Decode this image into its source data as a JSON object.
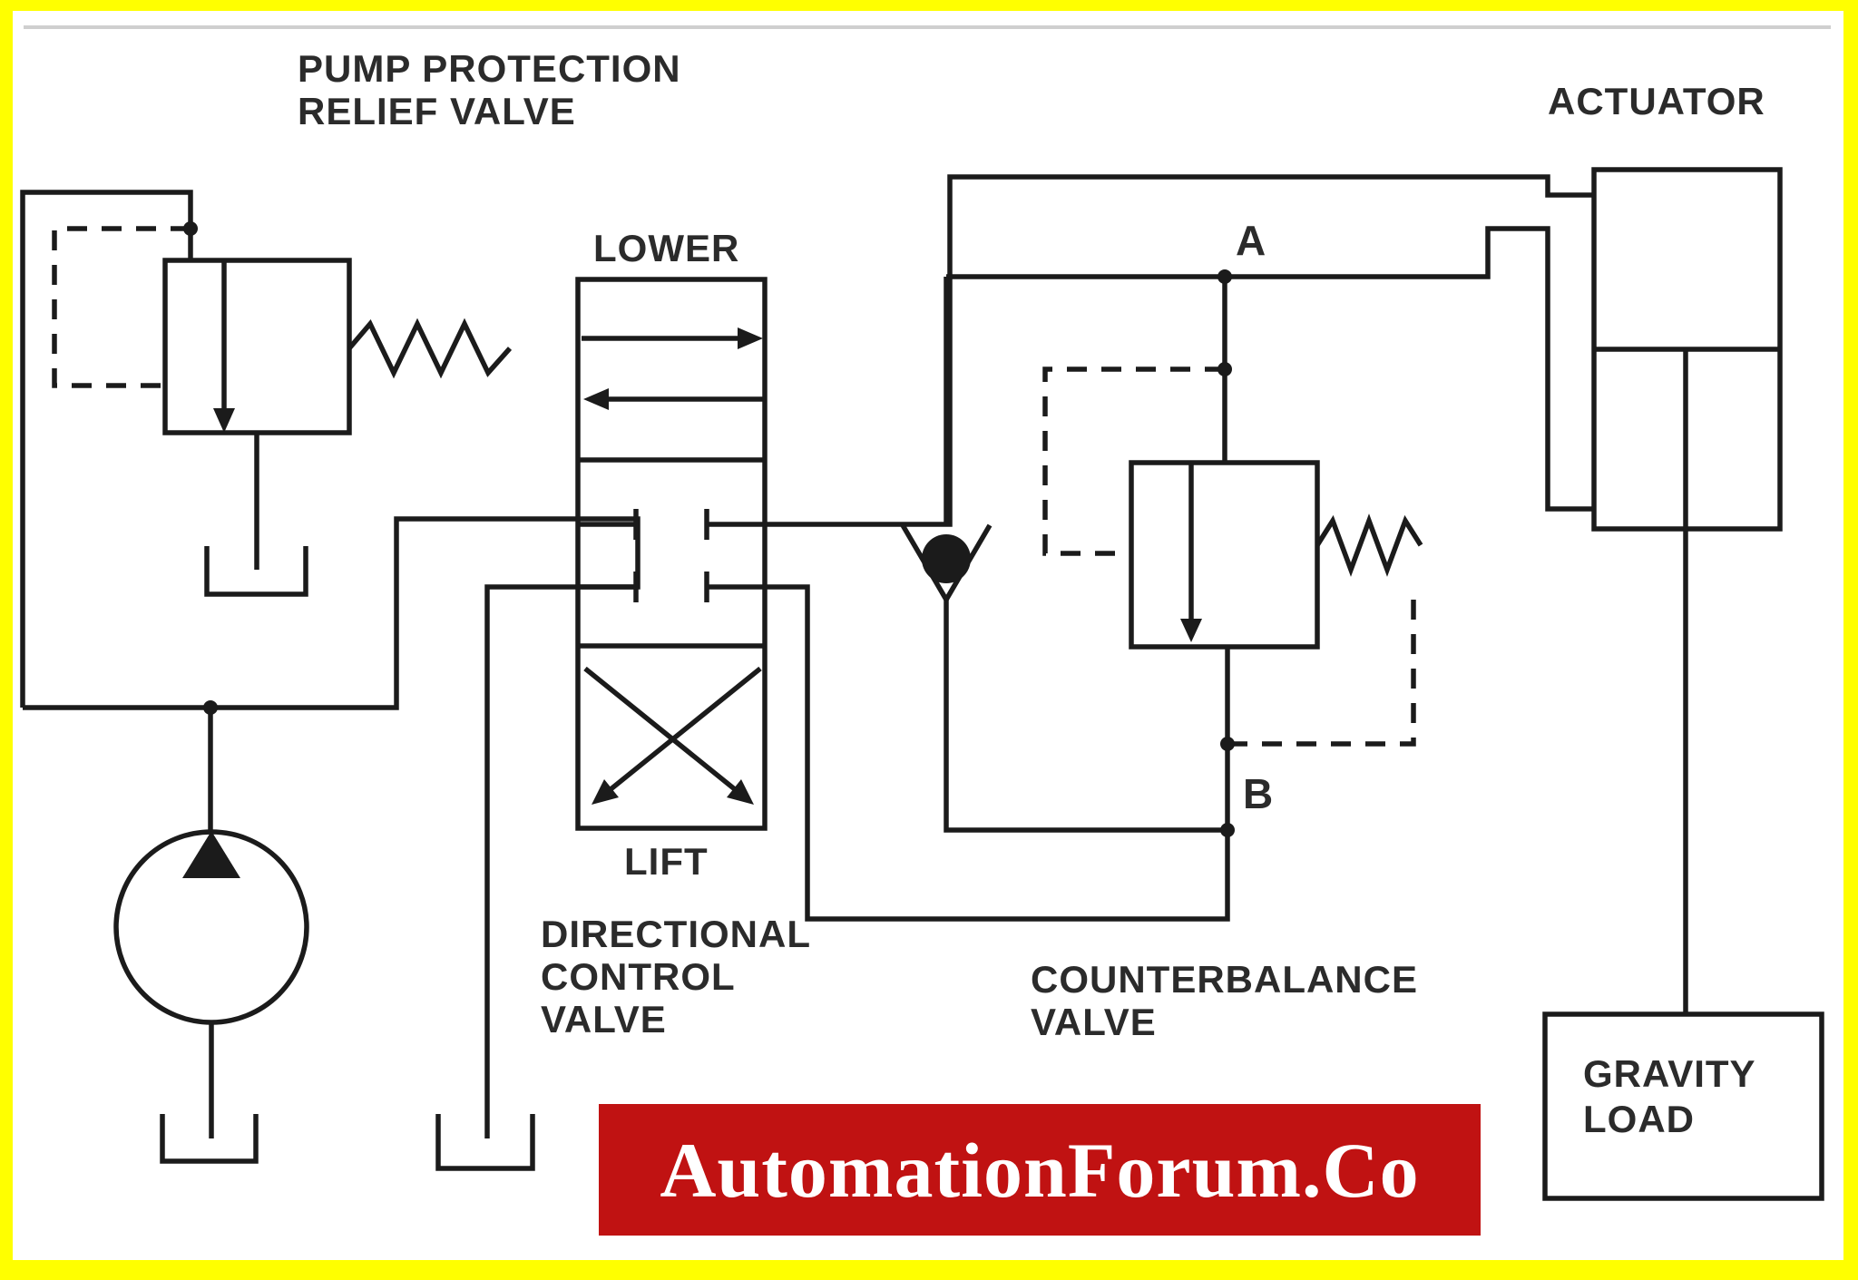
{
  "colors": {
    "line": "#1b1b1b",
    "text": "#2b2b2b",
    "border_yellow": "#ffff00",
    "banner_red": "#c01212",
    "banner_text": "#ffffff",
    "background": "#ffffff"
  },
  "labels": {
    "pump_protection_line1": "PUMP PROTECTION",
    "pump_protection_line2": "RELIEF VALVE",
    "dcv_position_top": "LOWER",
    "dcv_position_bottom": "LIFT",
    "dcv_name_line1": "DIRECTIONAL",
    "dcv_name_line2": "CONTROL",
    "dcv_name_line3": "VALVE",
    "counterbalance_line1": "COUNTERBALANCE",
    "counterbalance_line2": "VALVE",
    "actuator": "ACTUATOR",
    "gravity_line1": "GRAVITY",
    "gravity_line2": "LOAD",
    "port_a": "A",
    "port_b": "B"
  },
  "watermark": {
    "text": "AutomationForum.Co"
  }
}
